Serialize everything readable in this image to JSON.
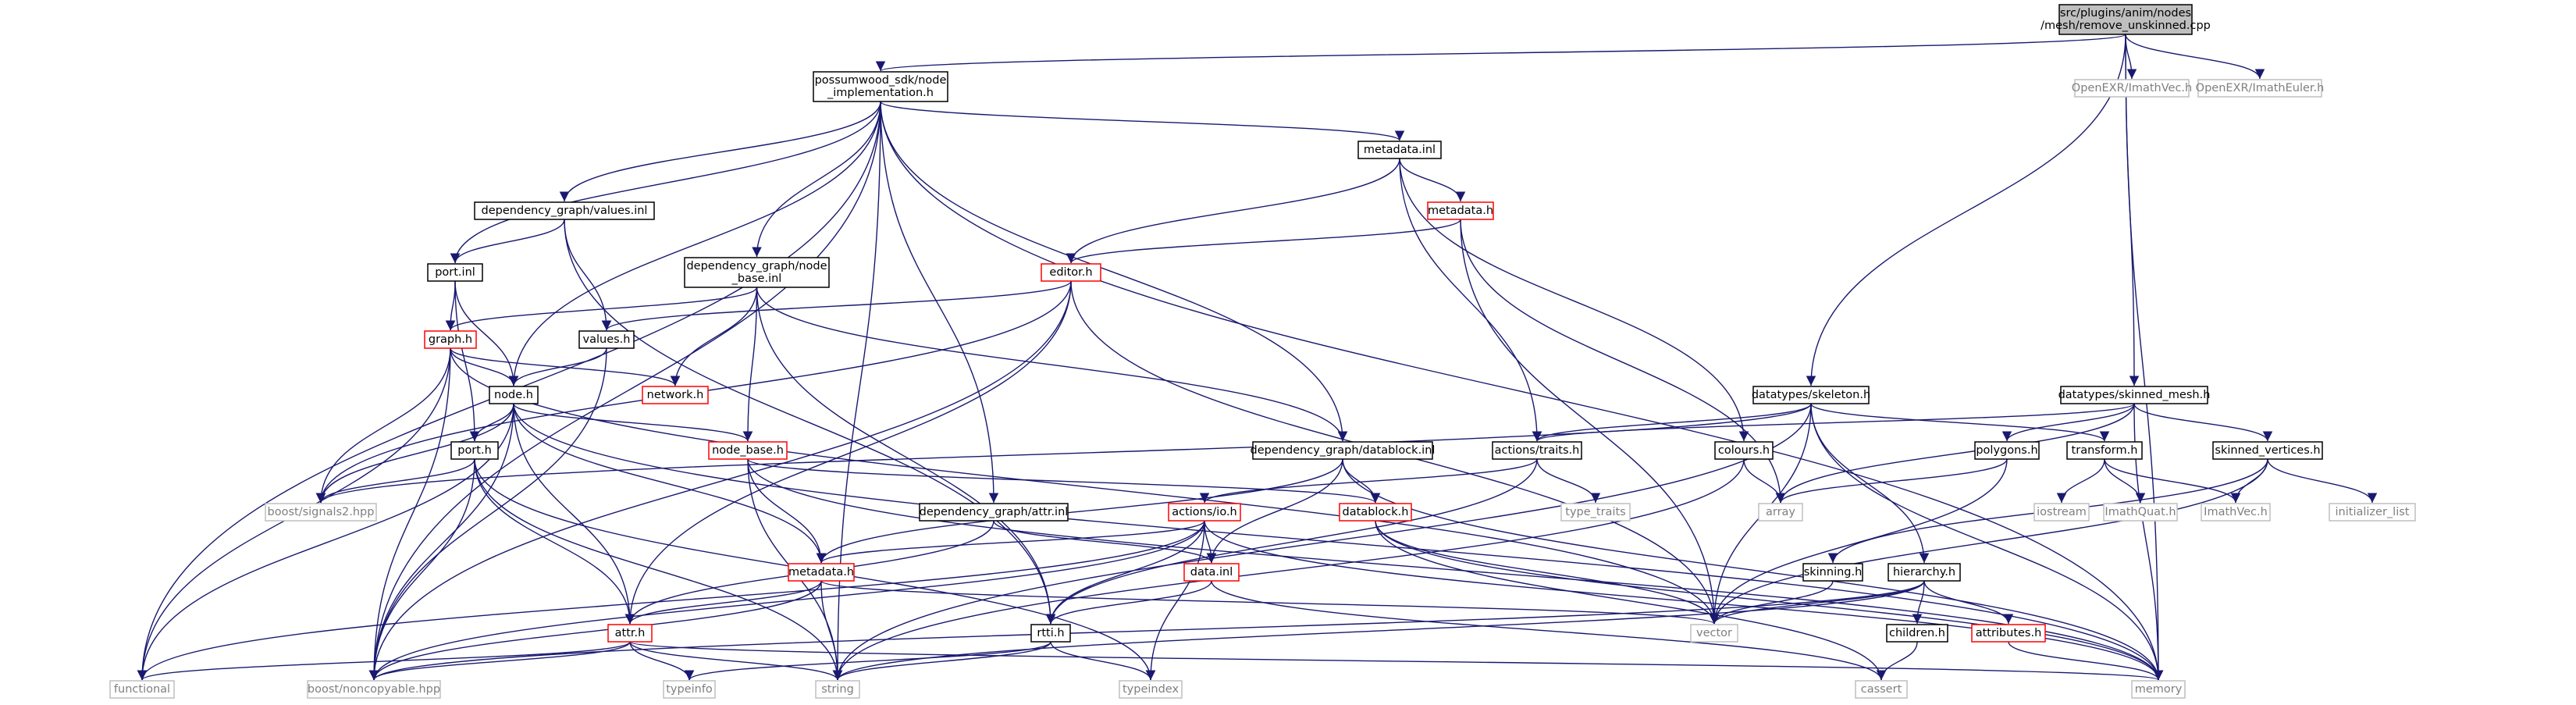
{
  "diagram": {
    "style": {
      "edge_color": "#191970",
      "node_default_border": "#000000",
      "node_incomplete_border": "#ff0000",
      "node_external_border": "#bfbfbf",
      "root_fill": "#bfbfbf",
      "text_color": "#000000",
      "external_text_color": "#7f7f7f"
    },
    "nodes": [
      {
        "id": "root",
        "lines": [
          "src/plugins/anim/nodes",
          "/mesh/remove_unskinned.cpp"
        ],
        "kind": "root"
      },
      {
        "id": "possumwood",
        "lines": [
          "possumwood_sdk/node",
          "_implementation.h"
        ],
        "kind": "normal"
      },
      {
        "id": "openexr_vec",
        "lines": [
          "OpenEXR/ImathVec.h"
        ],
        "kind": "external"
      },
      {
        "id": "openexr_euler",
        "lines": [
          "OpenEXR/ImathEuler.h"
        ],
        "kind": "external"
      },
      {
        "id": "metadata_inl",
        "lines": [
          "metadata.inl"
        ],
        "kind": "normal"
      },
      {
        "id": "dg_values",
        "lines": [
          "dependency_graph/values.inl"
        ],
        "kind": "normal"
      },
      {
        "id": "metadata_h_top",
        "lines": [
          "metadata.h"
        ],
        "kind": "incomplete"
      },
      {
        "id": "port_inl",
        "lines": [
          "port.inl"
        ],
        "kind": "normal"
      },
      {
        "id": "dg_node_base",
        "lines": [
          "dependency_graph/node",
          "_base.inl"
        ],
        "kind": "normal"
      },
      {
        "id": "editor",
        "lines": [
          "editor.h"
        ],
        "kind": "incomplete"
      },
      {
        "id": "graph",
        "lines": [
          "graph.h"
        ],
        "kind": "incomplete"
      },
      {
        "id": "values",
        "lines": [
          "values.h"
        ],
        "kind": "normal"
      },
      {
        "id": "network",
        "lines": [
          "network.h"
        ],
        "kind": "incomplete"
      },
      {
        "id": "node",
        "lines": [
          "node.h"
        ],
        "kind": "normal"
      },
      {
        "id": "skeleton",
        "lines": [
          "datatypes/skeleton.h"
        ],
        "kind": "normal"
      },
      {
        "id": "skinned_mesh",
        "lines": [
          "datatypes/skinned_mesh.h"
        ],
        "kind": "normal"
      },
      {
        "id": "dg_datablock",
        "lines": [
          "dependency_graph/datablock.inl"
        ],
        "kind": "normal"
      },
      {
        "id": "actions_traits",
        "lines": [
          "actions/traits.h"
        ],
        "kind": "normal"
      },
      {
        "id": "colours",
        "lines": [
          "colours.h"
        ],
        "kind": "normal"
      },
      {
        "id": "polygons",
        "lines": [
          "polygons.h"
        ],
        "kind": "normal"
      },
      {
        "id": "transform",
        "lines": [
          "transform.h"
        ],
        "kind": "normal"
      },
      {
        "id": "skinned_vertices",
        "lines": [
          "skinned_vertices.h"
        ],
        "kind": "normal"
      },
      {
        "id": "node_base",
        "lines": [
          "node_base.h"
        ],
        "kind": "incomplete"
      },
      {
        "id": "port_h",
        "lines": [
          "port.h"
        ],
        "kind": "normal"
      },
      {
        "id": "signals2",
        "lines": [
          "boost/signals2.hpp"
        ],
        "kind": "external"
      },
      {
        "id": "type_traits",
        "lines": [
          "type_traits"
        ],
        "kind": "external"
      },
      {
        "id": "array",
        "lines": [
          "array"
        ],
        "kind": "external"
      },
      {
        "id": "iostream",
        "lines": [
          "iostream"
        ],
        "kind": "external"
      },
      {
        "id": "imathquat",
        "lines": [
          "ImathQuat.h"
        ],
        "kind": "external"
      },
      {
        "id": "imathvec",
        "lines": [
          "ImathVec.h"
        ],
        "kind": "external"
      },
      {
        "id": "initializer_list",
        "lines": [
          "initializer_list"
        ],
        "kind": "external"
      },
      {
        "id": "dg_attr_inl",
        "lines": [
          "dependency_graph/attr.inl"
        ],
        "kind": "normal"
      },
      {
        "id": "actions_io",
        "lines": [
          "actions/io.h"
        ],
        "kind": "incomplete"
      },
      {
        "id": "datablock_h",
        "lines": [
          "datablock.h"
        ],
        "kind": "incomplete"
      },
      {
        "id": "data_inl",
        "lines": [
          "data.inl"
        ],
        "kind": "incomplete"
      },
      {
        "id": "metadata_h_mid",
        "lines": [
          "metadata.h"
        ],
        "kind": "incomplete"
      },
      {
        "id": "skinning",
        "lines": [
          "skinning.h"
        ],
        "kind": "normal"
      },
      {
        "id": "hierarchy",
        "lines": [
          "hierarchy.h"
        ],
        "kind": "normal"
      },
      {
        "id": "attr",
        "lines": [
          "attr.h"
        ],
        "kind": "incomplete"
      },
      {
        "id": "rtti",
        "lines": [
          "rtti.h"
        ],
        "kind": "normal"
      },
      {
        "id": "vector",
        "lines": [
          "vector"
        ],
        "kind": "external"
      },
      {
        "id": "children",
        "lines": [
          "children.h"
        ],
        "kind": "normal"
      },
      {
        "id": "attributes",
        "lines": [
          "attributes.h"
        ],
        "kind": "incomplete"
      },
      {
        "id": "functional",
        "lines": [
          "functional"
        ],
        "kind": "external"
      },
      {
        "id": "noncopyable",
        "lines": [
          "boost/noncopyable.hpp"
        ],
        "kind": "external"
      },
      {
        "id": "typeinfo",
        "lines": [
          "typeinfo"
        ],
        "kind": "external"
      },
      {
        "id": "string",
        "lines": [
          "string"
        ],
        "kind": "external"
      },
      {
        "id": "typeindex",
        "lines": [
          "typeindex"
        ],
        "kind": "external"
      },
      {
        "id": "cassert",
        "lines": [
          "cassert"
        ],
        "kind": "external"
      },
      {
        "id": "memory",
        "lines": [
          "memory"
        ],
        "kind": "external"
      }
    ],
    "edges": [
      [
        "root",
        "possumwood"
      ],
      [
        "root",
        "openexr_vec"
      ],
      [
        "root",
        "openexr_euler"
      ],
      [
        "root",
        "skeleton"
      ],
      [
        "root",
        "skinned_mesh"
      ],
      [
        "root",
        "memory"
      ],
      [
        "possumwood",
        "functional"
      ],
      [
        "possumwood",
        "noncopyable"
      ],
      [
        "possumwood",
        "port_inl"
      ],
      [
        "possumwood",
        "dg_values"
      ],
      [
        "possumwood",
        "node"
      ],
      [
        "possumwood",
        "dg_node_base"
      ],
      [
        "possumwood",
        "string"
      ],
      [
        "possumwood",
        "metadata_inl"
      ],
      [
        "possumwood",
        "dg_attr_inl"
      ],
      [
        "possumwood",
        "dg_datablock"
      ],
      [
        "possumwood",
        "memory"
      ],
      [
        "metadata_inl",
        "editor"
      ],
      [
        "metadata_inl",
        "metadata_h_top"
      ],
      [
        "metadata_inl",
        "actions_traits"
      ],
      [
        "metadata_inl",
        "colours"
      ],
      [
        "metadata_h_top",
        "editor"
      ],
      [
        "metadata_h_top",
        "vector"
      ],
      [
        "metadata_h_top",
        "array"
      ],
      [
        "dg_values",
        "port_inl"
      ],
      [
        "dg_values",
        "values"
      ],
      [
        "dg_values",
        "rtti"
      ],
      [
        "port_inl",
        "graph"
      ],
      [
        "port_inl",
        "node"
      ],
      [
        "port_inl",
        "port_h"
      ],
      [
        "dg_node_base",
        "graph"
      ],
      [
        "dg_node_base",
        "network"
      ],
      [
        "dg_node_base",
        "node_base"
      ],
      [
        "dg_node_base",
        "rtti"
      ],
      [
        "dg_node_base",
        "dg_datablock"
      ],
      [
        "editor",
        "values"
      ],
      [
        "editor",
        "signals2"
      ],
      [
        "editor",
        "attr"
      ],
      [
        "editor",
        "vector"
      ],
      [
        "editor",
        "noncopyable"
      ],
      [
        "graph",
        "node"
      ],
      [
        "graph",
        "network"
      ],
      [
        "graph",
        "signals2"
      ],
      [
        "graph",
        "functional"
      ],
      [
        "graph",
        "noncopyable"
      ],
      [
        "graph",
        "vector"
      ],
      [
        "values",
        "node"
      ],
      [
        "values",
        "noncopyable"
      ],
      [
        "node",
        "port_h"
      ],
      [
        "node",
        "node_base"
      ],
      [
        "node",
        "signals2"
      ],
      [
        "node",
        "metadata_h_mid"
      ],
      [
        "node",
        "attr"
      ],
      [
        "node",
        "functional"
      ],
      [
        "node",
        "noncopyable"
      ],
      [
        "node",
        "memory"
      ],
      [
        "port_h",
        "signals2"
      ],
      [
        "port_h",
        "attr"
      ],
      [
        "port_h",
        "noncopyable"
      ],
      [
        "port_h",
        "string"
      ],
      [
        "port_h",
        "typeindex"
      ],
      [
        "node_base",
        "metadata_h_mid"
      ],
      [
        "node_base",
        "datablock_h"
      ],
      [
        "node_base",
        "string"
      ],
      [
        "node_base",
        "memory"
      ],
      [
        "skeleton",
        "actions_traits"
      ],
      [
        "skeleton",
        "transform"
      ],
      [
        "skeleton",
        "hierarchy"
      ],
      [
        "skeleton",
        "vector"
      ],
      [
        "skeleton",
        "string"
      ],
      [
        "skeleton",
        "memory"
      ],
      [
        "skeleton",
        "signals2"
      ],
      [
        "skinned_mesh",
        "actions_traits"
      ],
      [
        "skinned_mesh",
        "polygons"
      ],
      [
        "skinned_mesh",
        "skinned_vertices"
      ],
      [
        "skinned_mesh",
        "array"
      ],
      [
        "skinned_mesh",
        "memory"
      ],
      [
        "dg_datablock",
        "datablock_h"
      ],
      [
        "dg_datablock",
        "data_inl"
      ],
      [
        "dg_datablock",
        "metadata_h_mid"
      ],
      [
        "dg_datablock",
        "memory"
      ],
      [
        "actions_traits",
        "type_traits"
      ],
      [
        "actions_traits",
        "actions_io"
      ],
      [
        "actions_traits",
        "rtti"
      ],
      [
        "colours",
        "array"
      ],
      [
        "colours",
        "string"
      ],
      [
        "polygons",
        "array"
      ],
      [
        "polygons",
        "vector"
      ],
      [
        "transform",
        "iostream"
      ],
      [
        "transform",
        "imathquat"
      ],
      [
        "transform",
        "imathvec"
      ],
      [
        "skinned_vertices",
        "imathvec"
      ],
      [
        "skinned_vertices",
        "initializer_list"
      ],
      [
        "skinned_vertices",
        "skinning"
      ],
      [
        "skinned_vertices",
        "vector"
      ],
      [
        "dg_attr_inl",
        "attr"
      ],
      [
        "dg_attr_inl",
        "data_inl"
      ],
      [
        "actions_io",
        "data_inl"
      ],
      [
        "actions_io",
        "metadata_h_mid"
      ],
      [
        "actions_io",
        "rtti"
      ],
      [
        "actions_io",
        "typeindex"
      ],
      [
        "actions_io",
        "functional"
      ],
      [
        "actions_io",
        "noncopyable"
      ],
      [
        "actions_io",
        "memory"
      ],
      [
        "datablock_h",
        "vector"
      ],
      [
        "datablock_h",
        "cassert"
      ],
      [
        "datablock_h",
        "memory"
      ],
      [
        "data_inl",
        "rtti"
      ],
      [
        "data_inl",
        "cassert"
      ],
      [
        "metadata_h_mid",
        "attr"
      ],
      [
        "metadata_h_mid",
        "vector"
      ],
      [
        "metadata_h_mid",
        "string"
      ],
      [
        "metadata_h_mid",
        "noncopyable"
      ],
      [
        "skinning",
        "vector"
      ],
      [
        "hierarchy",
        "vector"
      ],
      [
        "hierarchy",
        "children"
      ],
      [
        "hierarchy",
        "attributes"
      ],
      [
        "hierarchy",
        "string"
      ],
      [
        "hierarchy",
        "noncopyable"
      ],
      [
        "attr",
        "functional"
      ],
      [
        "attr",
        "noncopyable"
      ],
      [
        "attr",
        "typeinfo"
      ],
      [
        "attr",
        "string"
      ],
      [
        "attr",
        "memory"
      ],
      [
        "rtti",
        "typeinfo"
      ],
      [
        "rtti",
        "string"
      ],
      [
        "rtti",
        "typeindex"
      ],
      [
        "children",
        "cassert"
      ],
      [
        "attributes",
        "memory"
      ]
    ]
  }
}
